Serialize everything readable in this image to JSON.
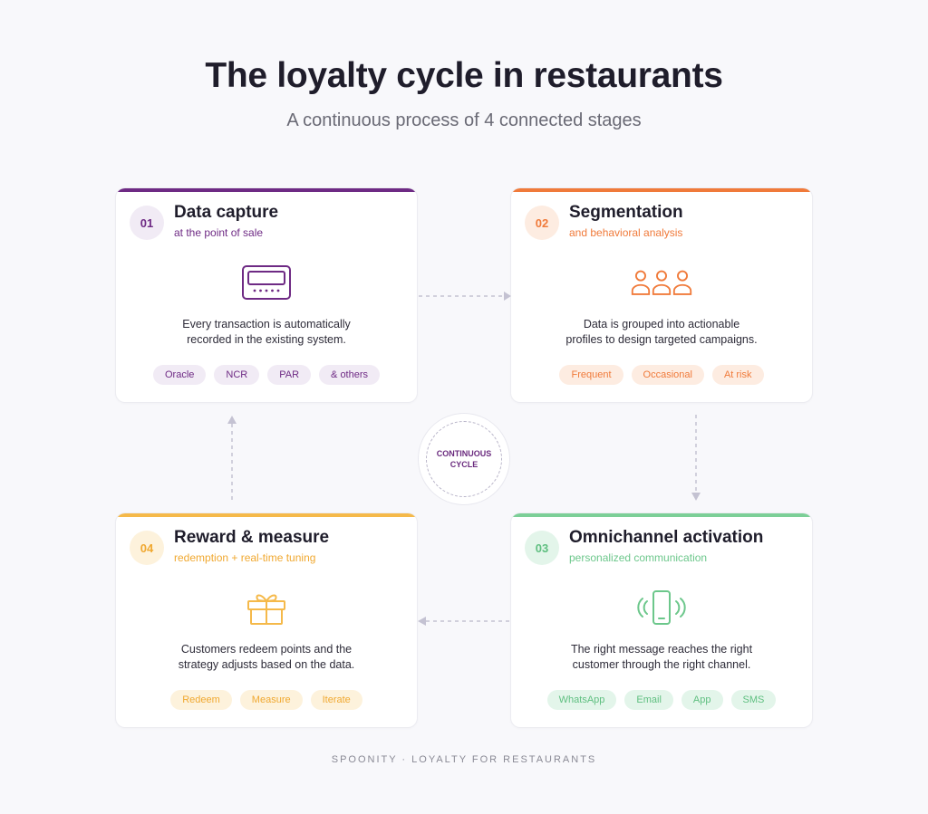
{
  "header": {
    "title": "The loyalty cycle in restaurants",
    "subtitle": "A continuous process of 4 connected stages"
  },
  "center": {
    "line1": "CONTINUOUS",
    "line2": "CYCLE"
  },
  "footer": "SPOONITY · LOYALTY FOR RESTAURANTS",
  "cards": [
    {
      "number": "01",
      "title": "Data capture",
      "subtitle": "at the point of sale",
      "icon": "pos-terminal-icon",
      "description_line1": "Every transaction is automatically",
      "description_line2": "recorded in the existing system.",
      "tags": [
        "Oracle",
        "NCR",
        "PAR",
        "& others"
      ],
      "accent": "#6e2a84",
      "tint": "#f1ebf5"
    },
    {
      "number": "02",
      "title": "Segmentation",
      "subtitle": "and behavioral analysis",
      "icon": "people-group-icon",
      "description_line1": "Data is grouped into actionable",
      "description_line2": "profiles to design targeted campaigns.",
      "tags": [
        "Frequent",
        "Occasional",
        "At risk"
      ],
      "accent": "#f07a3a",
      "tint": "#fdece1"
    },
    {
      "number": "03",
      "title": "Omnichannel activation",
      "subtitle": "personalized communication",
      "icon": "smartphone-signal-icon",
      "description_line1": "The right message reaches the right",
      "description_line2": "customer through the right channel.",
      "tags": [
        "WhatsApp",
        "Email",
        "App",
        "SMS"
      ],
      "accent": "#7ccf97",
      "tint": "#e3f5ea"
    },
    {
      "number": "04",
      "title": "Reward & measure",
      "subtitle": "redemption + real-time tuning",
      "icon": "gift-icon",
      "description_line1": "Customers redeem points and the",
      "description_line2": "strategy adjusts based on the data.",
      "tags": [
        "Redeem",
        "Measure",
        "Iterate"
      ],
      "accent": "#f5b94a",
      "tint": "#fdf2dc"
    }
  ]
}
